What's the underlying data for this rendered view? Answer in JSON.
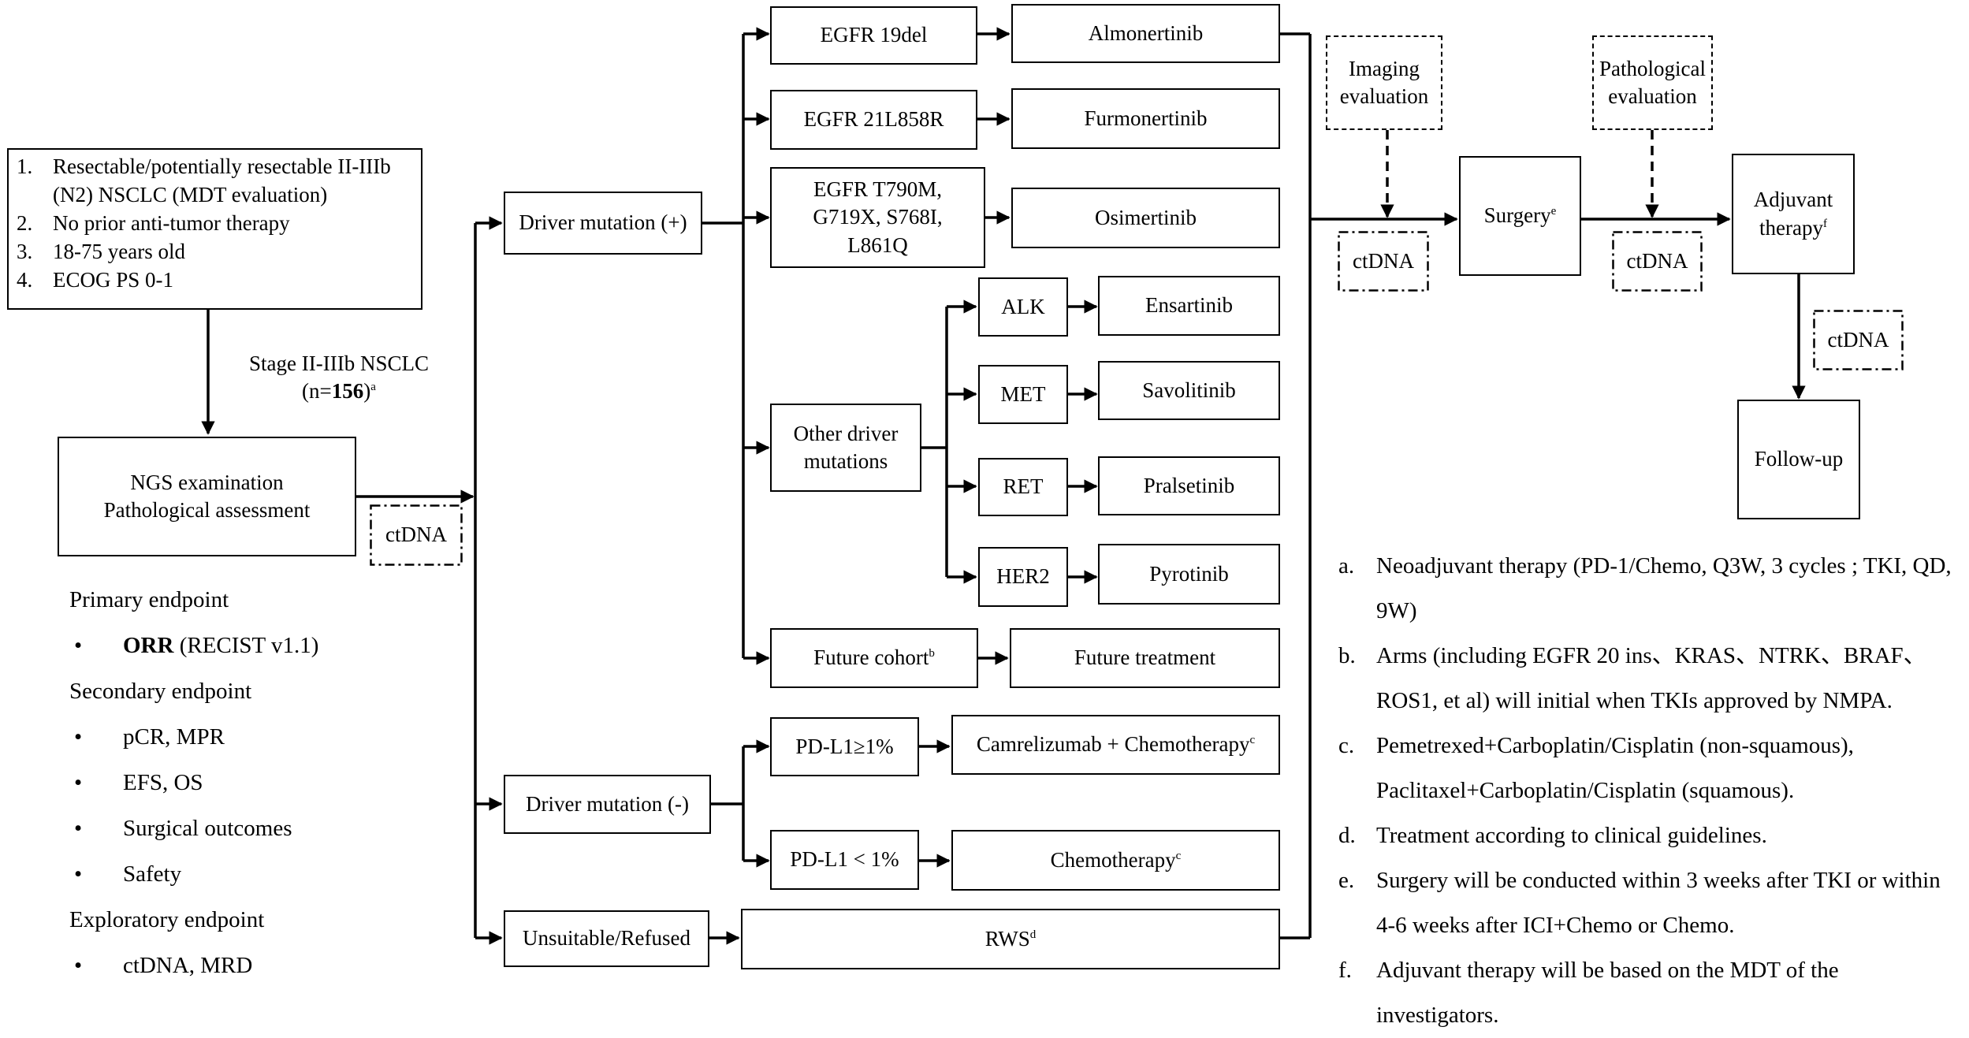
{
  "eligibility": {
    "items": [
      {
        "num": "1.",
        "text": "Resectable/potentially resectable II-IIIb (N2) NSCLC (MDT evaluation)"
      },
      {
        "num": "2.",
        "text": "No prior anti-tumor therapy"
      },
      {
        "num": "3.",
        "text": "18-75 years old"
      },
      {
        "num": "4.",
        "text": "ECOG PS 0-1"
      }
    ]
  },
  "enrollment": {
    "line1": "Stage II-IIIb NSCLC",
    "n_prefix": "(n=",
    "n_value": "156",
    "n_suffix": ")",
    "n_sup": "a"
  },
  "ngs": {
    "line1": "NGS examination",
    "line2": "Pathological assessment"
  },
  "ctdna_label": "ctDNA",
  "branches": {
    "driver_pos": "Driver mutation (+)",
    "driver_neg": "Driver mutation (-)",
    "unsuitable": "Unsuitable/Refused"
  },
  "egfr": [
    {
      "mutation": "EGFR 19del",
      "drug": "Almonertinib"
    },
    {
      "mutation": "EGFR 21L858R",
      "drug": "Furmonertinib"
    },
    {
      "mutation_lines": [
        "EGFR T790M,",
        "G719X, S768I,",
        "L861Q"
      ],
      "drug": "Osimertinib"
    }
  ],
  "other_driver": {
    "line1": "Other driver",
    "line2": "mutations"
  },
  "other_targets": [
    {
      "gene": "ALK",
      "drug": "Ensartinib"
    },
    {
      "gene": "MET",
      "drug": "Savolitinib"
    },
    {
      "gene": "RET",
      "drug": "Pralsetinib"
    },
    {
      "gene": "HER2",
      "drug": "Pyrotinib"
    }
  ],
  "future": {
    "cohort": "Future cohort",
    "cohort_sup": "b",
    "treatment": "Future treatment"
  },
  "pdl1": [
    {
      "label": "PD-L1≥1%",
      "treatment": "Camrelizumab + Chemotherapy",
      "sup": "c"
    },
    {
      "label": "PD-L1 < 1%",
      "treatment": "Chemotherapy",
      "sup": "c"
    }
  ],
  "rws": {
    "label": "RWS",
    "sup": "d"
  },
  "imaging": {
    "line1": "Imaging",
    "line2": "evaluation"
  },
  "pathological": {
    "line1": "Pathological",
    "line2": "evaluation"
  },
  "surgery": {
    "label": "Surgery",
    "sup": "e"
  },
  "adjuvant": {
    "line1": "Adjuvant",
    "line2": "therapy",
    "sup": "f"
  },
  "followup": "Follow-up",
  "endpoints": {
    "primary_heading": "Primary endpoint",
    "primary_bold": "ORR",
    "primary_rest": " (RECIST v1.1)",
    "secondary_heading": "Secondary endpoint",
    "secondary": [
      "pCR, MPR",
      "EFS, OS",
      "Surgical outcomes",
      "Safety"
    ],
    "exploratory_heading": "Exploratory endpoint",
    "exploratory": [
      "ctDNA, MRD"
    ],
    "bullet": "•"
  },
  "notes": [
    {
      "letter": "a.",
      "text": "Neoadjuvant therapy (PD-1/Chemo, Q3W, 3 cycles ; TKI, QD, 9W)"
    },
    {
      "letter": "b.",
      "text": "Arms (including EGFR 20 ins、KRAS、NTRK、BRAF、ROS1, et al) will initial when TKIs approved by NMPA."
    },
    {
      "letter": "c.",
      "text": "Pemetrexed+Carboplatin/Cisplatin (non-squamous), Paclitaxel+Carboplatin/Cisplatin (squamous)."
    },
    {
      "letter": "d.",
      "text": "Treatment according to clinical guidelines."
    },
    {
      "letter": "e.",
      "text": "Surgery will be conducted within 3 weeks after TKI or within 4-6 weeks after ICI+Chemo or Chemo."
    },
    {
      "letter": "f.",
      "text": "Adjuvant therapy will be based on the MDT of the investigators."
    }
  ]
}
